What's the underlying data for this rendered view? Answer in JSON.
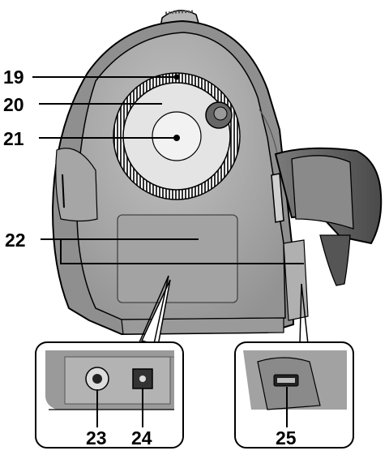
{
  "callouts": {
    "c19": "19",
    "c20": "20",
    "c21": "21",
    "c22": "22",
    "c23": "23",
    "c24": "24",
    "c25": "25"
  },
  "colors": {
    "body_dark": "#8f8f8f",
    "body_mid": "#a9a9a9",
    "body_light": "#bcbcbc",
    "dial_face": "#e6e6e6",
    "outline": "#000000",
    "background": "#ffffff"
  }
}
